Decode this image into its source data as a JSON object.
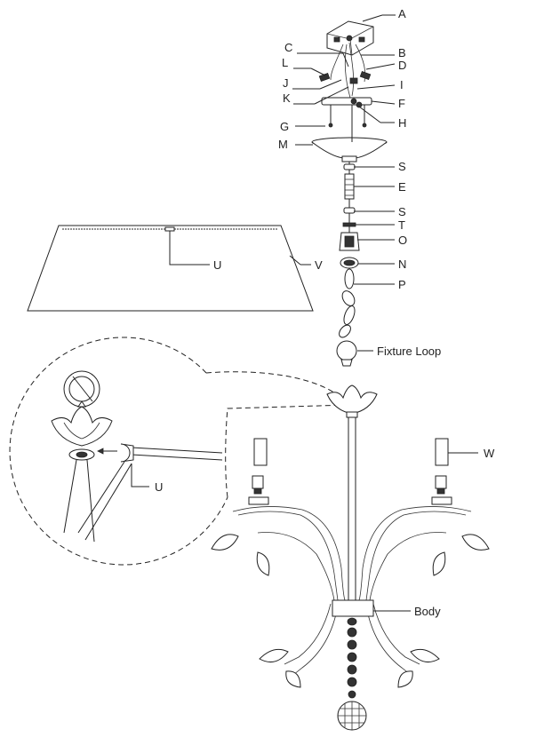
{
  "labels": {
    "A": "A",
    "B": "B",
    "C": "C",
    "D": "D",
    "L": "L",
    "J": "J",
    "I": "I",
    "K": "K",
    "F": "F",
    "G": "G",
    "H": "H",
    "M": "M",
    "S1": "S",
    "E": "E",
    "S2": "S",
    "T": "T",
    "O": "O",
    "N": "N",
    "P": "P",
    "fixture_loop": "Fixture Loop",
    "U1": "U",
    "V": "V",
    "U2": "U",
    "W": "W",
    "body": "Body"
  }
}
